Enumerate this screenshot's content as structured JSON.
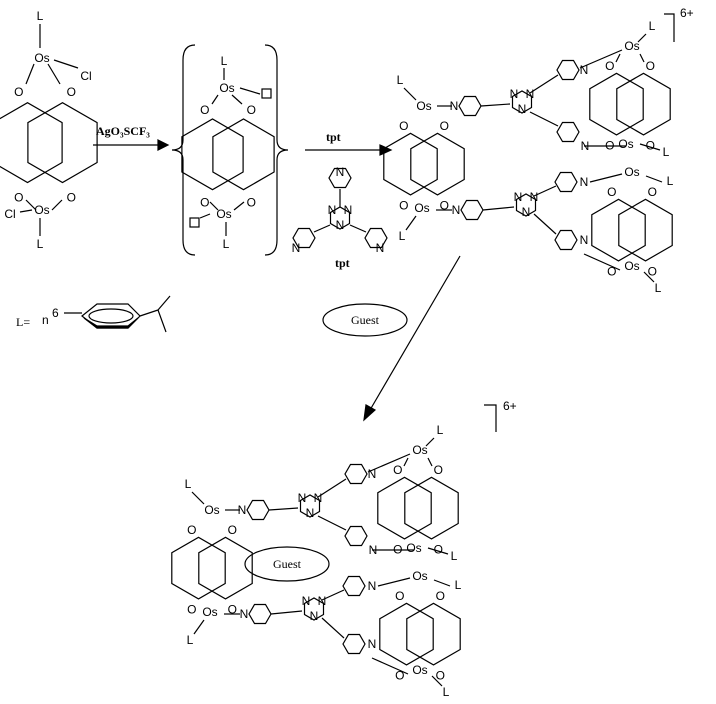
{
  "atoms": {
    "os": "Os",
    "l": "L",
    "o": "O",
    "n": "N",
    "cl": "Cl"
  },
  "reagents": {
    "silver_reagent": "AgO₃SCF₃",
    "tpt_arrow_label": "tpt",
    "tpt_caption": "tpt"
  },
  "ligand_definition": {
    "label": "L=",
    "eta": "n",
    "eta_superscript": "6"
  },
  "guest_label_top": "Guest",
  "guest_label_bottom": "Guest",
  "charge_top": "6+",
  "charge_bottom": "6+"
}
